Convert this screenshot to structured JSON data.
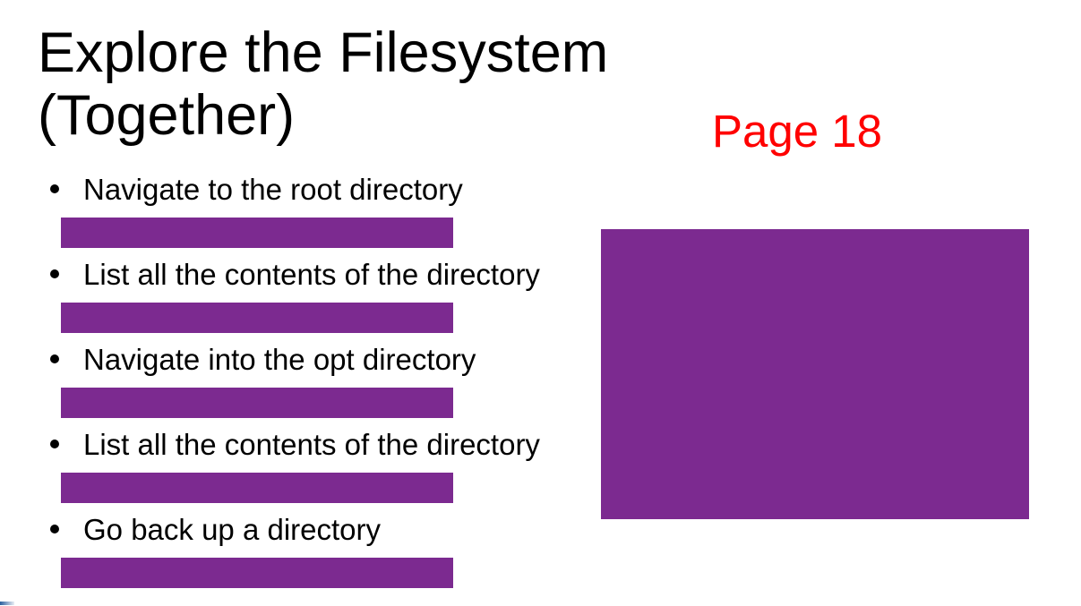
{
  "slide": {
    "title": {
      "line1": "Explore the Filesystem",
      "line2": "(Together)"
    },
    "page_label": "Page 18",
    "bullets": [
      {
        "text": "Navigate to the root directory",
        "answer_redacted": true
      },
      {
        "text": "List all the contents of the directory",
        "answer_redacted": true
      },
      {
        "text": "Navigate into the opt directory",
        "answer_redacted": true
      },
      {
        "text": "List all the contents of the directory",
        "answer_redacted": true
      },
      {
        "text": "Go back up a directory",
        "answer_redacted": true
      }
    ],
    "large_redacted_region": {
      "description": "redacted rectangle covering right side content"
    },
    "colors": {
      "redaction_purple": "#7C2A90",
      "page_label_red": "#FF0000",
      "text_black": "#000000",
      "background_white": "#FFFFFF",
      "corner_logo_blue": "#2A5F9E"
    }
  }
}
